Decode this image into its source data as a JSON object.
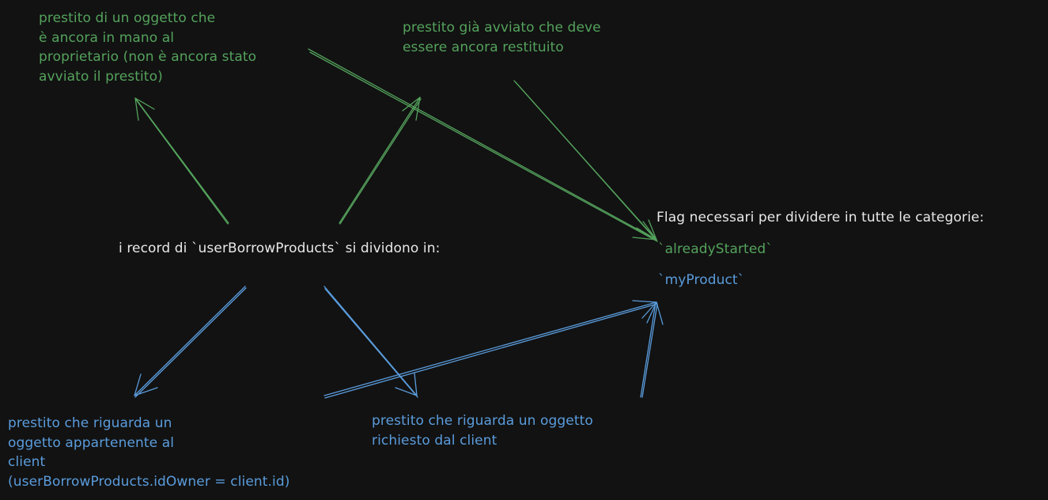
{
  "labels": {
    "owned_not_started": "prestito di un oggetto che\nè ancora in mano al\nproprietario (non è ancora stato\navviato il prestito)",
    "started_to_return": "prestito già avviato che deve\nessere ancora restituito",
    "center": "i record di `userBorrowProducts` si dividono in:",
    "flags_title": "Flag necessari per dividere in tutte le categorie:",
    "flag_already_started": "`alreadyStarted`",
    "flag_my_product": "`myProduct`",
    "client_owned": "prestito che riguarda un\noggetto appartenente al\nclient\n(userBorrowProducts.idOwner = client.id)",
    "client_requested": "prestito che riguarda un oggetto\nrichiesto dal client"
  },
  "colors": {
    "background": "#121212",
    "green": "#54a25c",
    "blue": "#5a9cdc",
    "white": "#e8e8e8"
  }
}
